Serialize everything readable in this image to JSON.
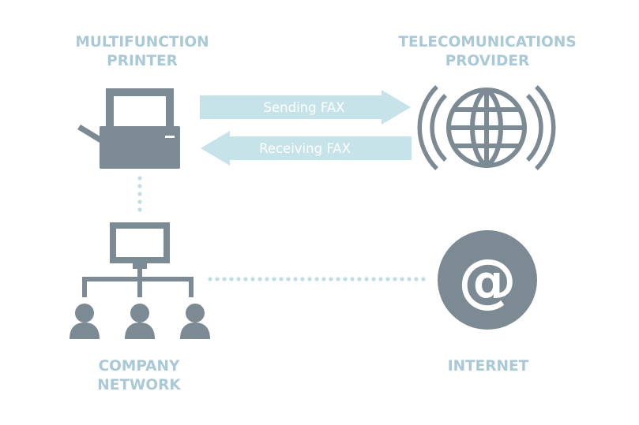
{
  "nodes": {
    "printer": {
      "line1": "MULTIFUNCTION",
      "line2": "PRINTER",
      "icon": "printer-icon"
    },
    "provider": {
      "line1": "TELECOMUNICATIONS",
      "line2": "PROVIDER",
      "icon": "globe-signal-icon"
    },
    "network": {
      "line1": "COMPANY",
      "line2": "NETWORK",
      "icon": "network-users-icon"
    },
    "internet": {
      "line1": "INTERNET",
      "icon": "at-sign-icon",
      "glyph": "@"
    }
  },
  "edges": {
    "send": {
      "label": "Sending FAX"
    },
    "receive": {
      "label": "Receiving FAX"
    }
  },
  "colors": {
    "label": "#a9c9d6",
    "arrow": "#c7e3ea",
    "icon": "#7b8a93",
    "dots": "#c0dde4"
  }
}
